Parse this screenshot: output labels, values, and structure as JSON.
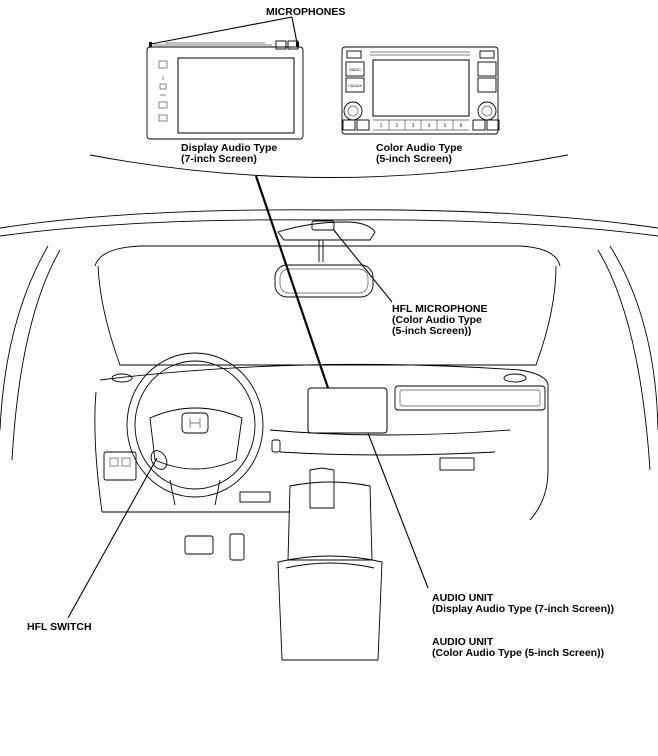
{
  "labels": {
    "microphones": "MICROPHONES",
    "display_audio_line1": "Display Audio Type",
    "display_audio_line2": "(7-inch Screen)",
    "color_audio_line1": "Color Audio Type",
    "color_audio_line2": "(5-inch Screen)",
    "hfl_microphone_line1": "HFL MICROPHONE",
    "hfl_microphone_line2": "(Color Audio Type",
    "hfl_microphone_line3": "(5-inch Screen))",
    "hfl_switch": "HFL SWITCH",
    "audio_unit_display_line1": "AUDIO UNIT",
    "audio_unit_display_line2": "(Display Audio Type (7-inch Screen))",
    "audio_unit_color_line1": "AUDIO UNIT",
    "audio_unit_color_line2": "(Color Audio Type (5-inch Screen))"
  },
  "color_unit": {
    "left_buttons": [
      "RADIO",
      "CD/AUX"
    ],
    "preset_buttons": [
      "1",
      "2",
      "3",
      "4",
      "5",
      "6"
    ]
  },
  "colors": {
    "line": "#000000",
    "background": "#ffffff"
  }
}
